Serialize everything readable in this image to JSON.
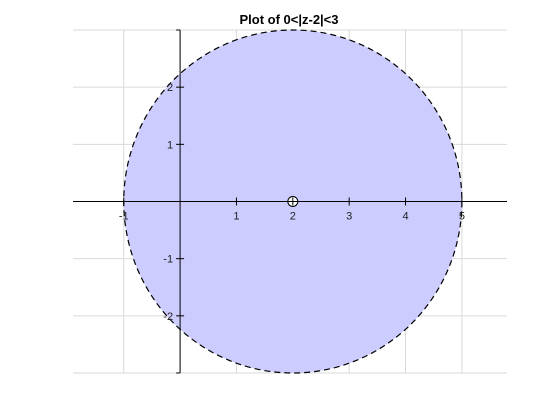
{
  "chart_data": {
    "type": "area",
    "title": "Plot of 0<|z-2|<3",
    "xlabel": "",
    "ylabel": "",
    "xlim": [
      -1.9,
      5.8
    ],
    "ylim": [
      -3.0,
      3.0
    ],
    "x_ticks": [
      -1,
      1,
      2,
      3,
      4,
      5
    ],
    "y_ticks": [
      -2,
      -1,
      1,
      2
    ],
    "grid": true,
    "region": {
      "shape": "punctured-disk",
      "center": [
        2,
        0
      ],
      "radius": 3,
      "boundary": "dashed",
      "removed_point": [
        2,
        0
      ]
    },
    "colors": {
      "fill": "#ccccff",
      "boundary": "#000000",
      "grid": "#d9d9d9",
      "axes": "#000000",
      "removed_point_fill": "#ffffff"
    }
  }
}
